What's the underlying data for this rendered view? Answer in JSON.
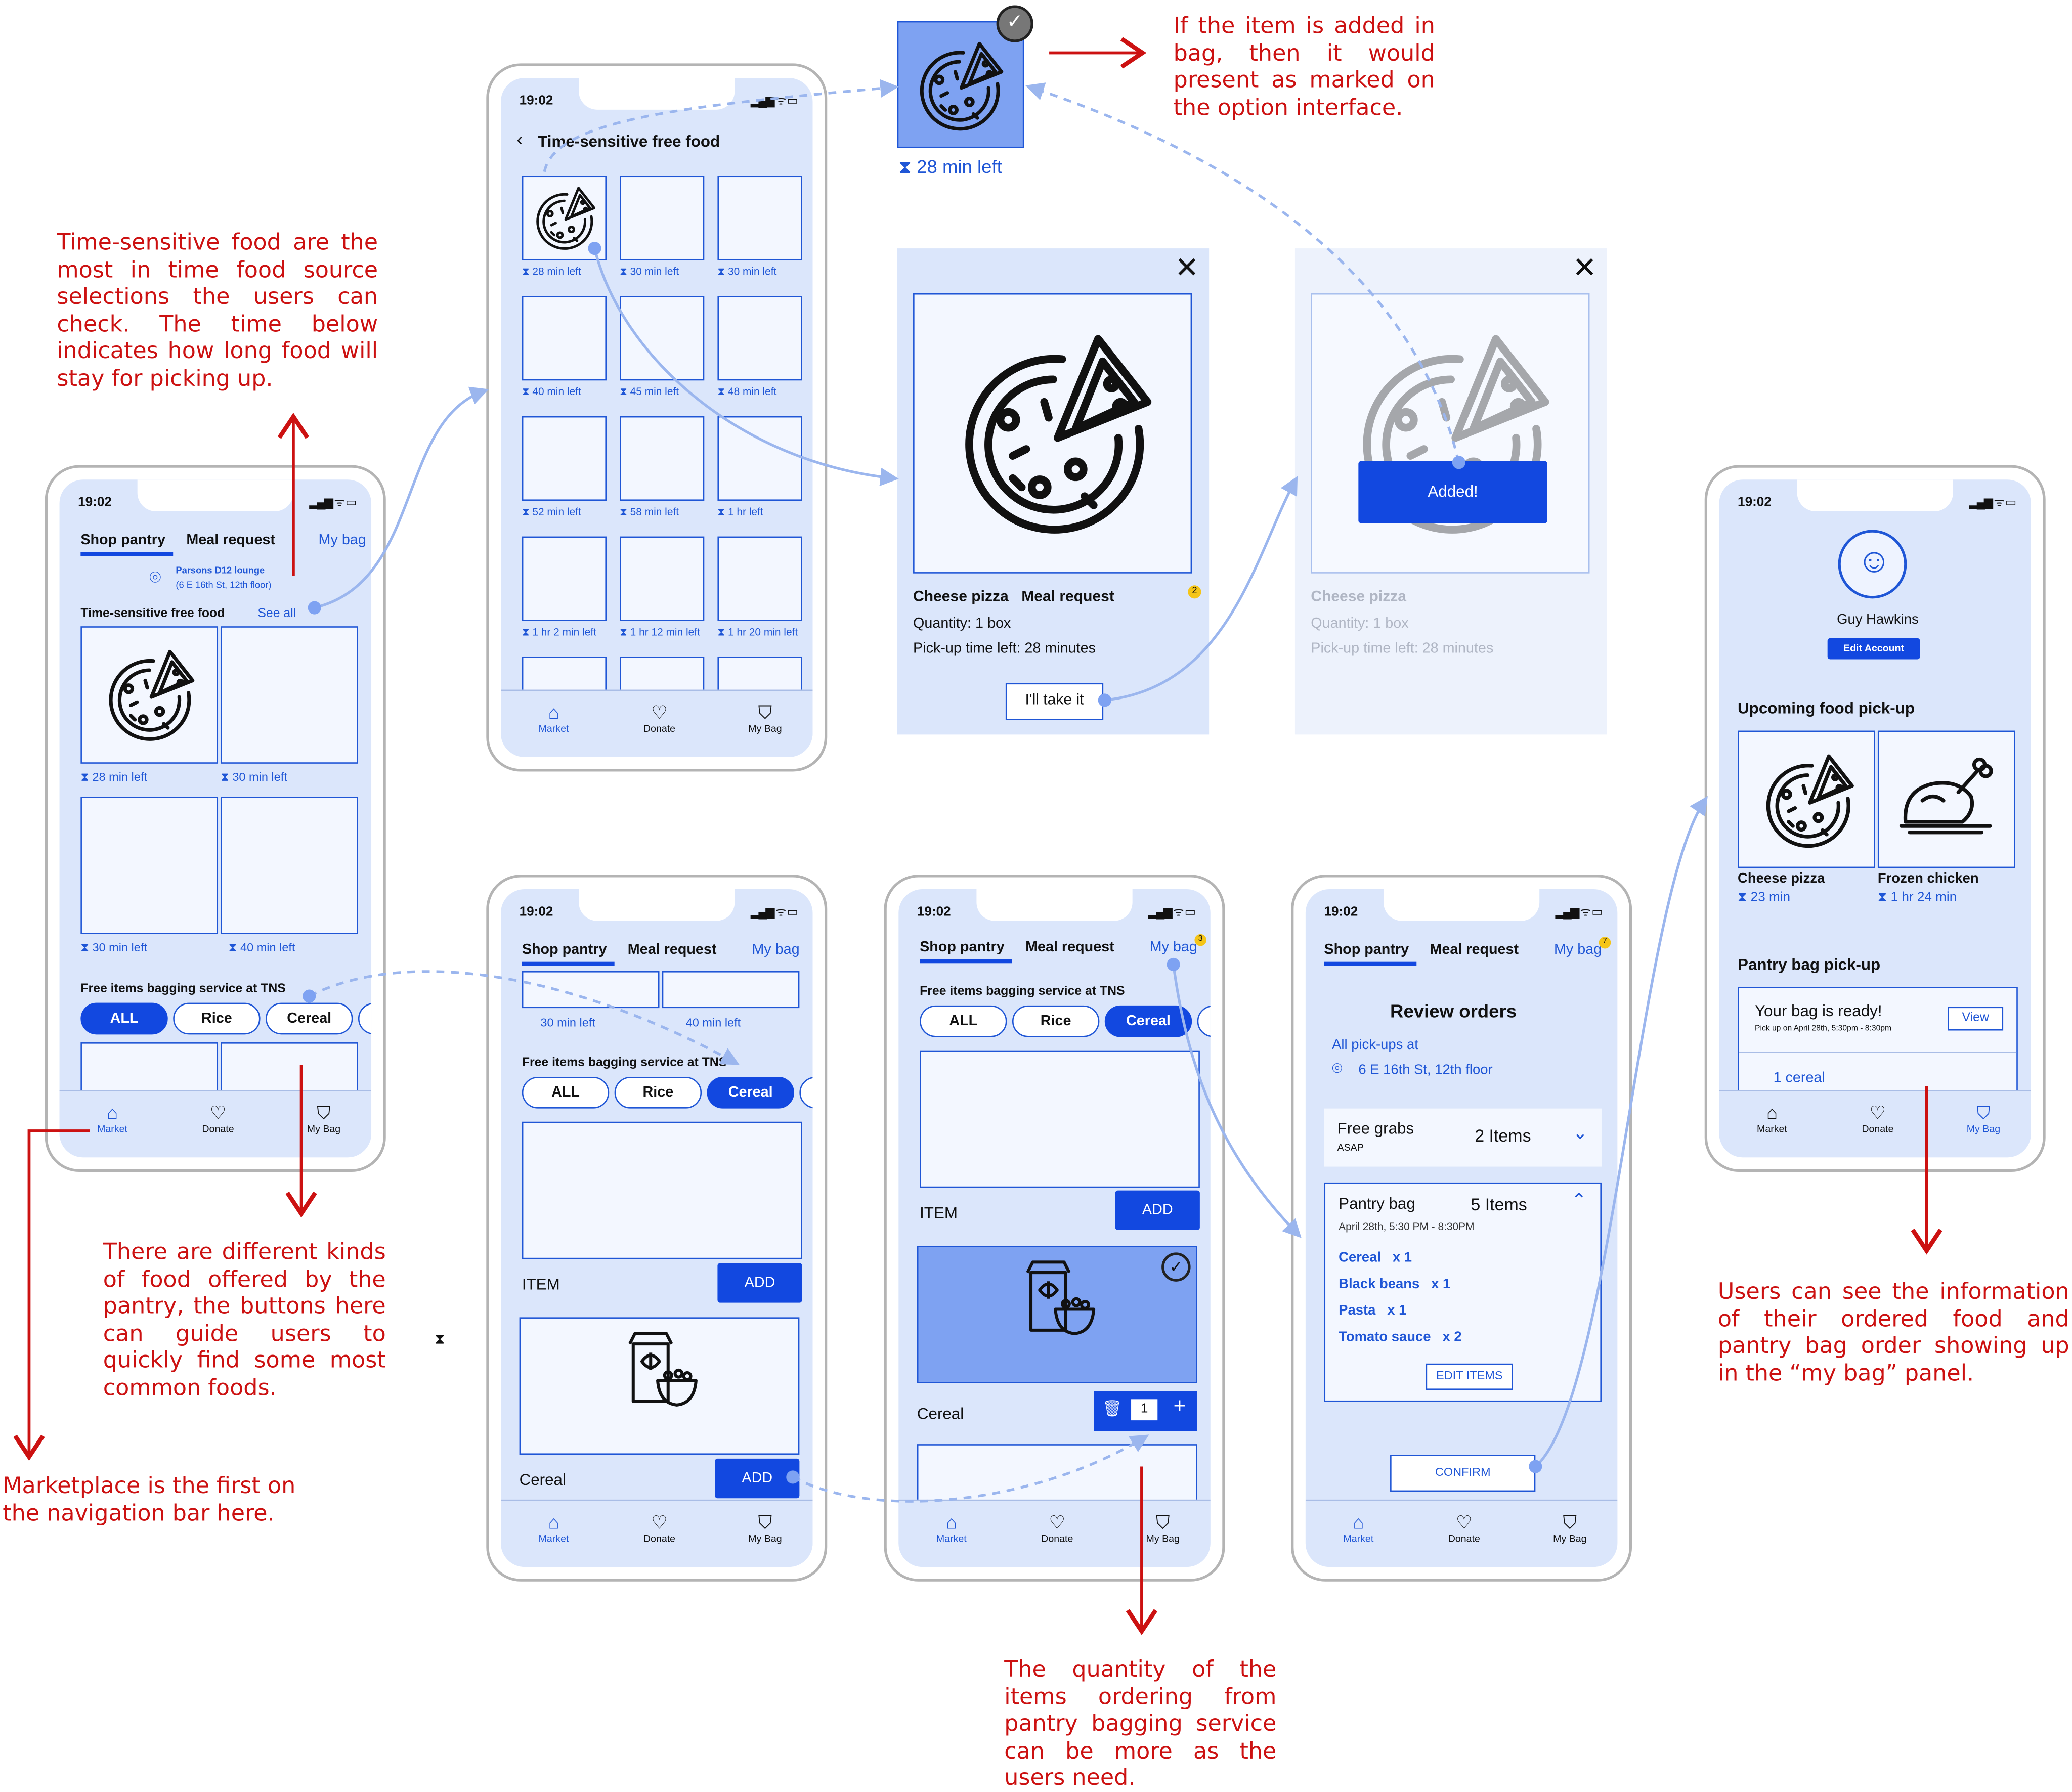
{
  "common": {
    "time": "19:02",
    "status": "▂▄▆ ᯤ ▭",
    "market": "Market",
    "donate": "Donate",
    "mybag_nav": "My Bag",
    "shop": "Shop pantry",
    "meal": "Meal request",
    "mybag": "My bag",
    "hourglass": "⧗"
  },
  "p1": {
    "location_name": "Parsons D12 lounge",
    "location_addr": "(6 E 16th St, 12th floor)",
    "section": "Time-sensitive free food",
    "see_all": "See all",
    "times": [
      "28 min left",
      "30 min left",
      "30 min left",
      "40 min left"
    ],
    "bag_section": "Free items bagging service at TNS",
    "filters": [
      "ALL",
      "Rice",
      "Cereal"
    ]
  },
  "p2": {
    "title": "Time-sensitive free food",
    "times": [
      "28 min left",
      "30 min left",
      "30 min left",
      "40 min left",
      "45 min left",
      "48 min left",
      "52 min left",
      "58 min left",
      "1 hr left",
      "1 hr 2 min left",
      "1 hr 12 min left",
      "1 hr 20 min left"
    ]
  },
  "tile": {
    "time": "28 min left"
  },
  "detail": {
    "name": "Cheese pizza",
    "type": "Meal request",
    "qty": "Quantity: 1 box",
    "pickup": "Pick-up time left: 28 minutes",
    "cta": "I'll take it",
    "badge": "2"
  },
  "added": {
    "name": "Cheese pizza",
    "qty": "Quantity: 1 box",
    "pickup": "Pick-up time left: 28 minutes",
    "btn": "Added!"
  },
  "p3": {
    "t1": "30 min left",
    "t2": "40 min left",
    "bag_section": "Free items bagging service at TNS",
    "filters": [
      "ALL",
      "Rice",
      "Cereal"
    ],
    "item": "ITEM",
    "add": "ADD",
    "cereal": "Cereal"
  },
  "p4": {
    "bag_section": "Free items bagging service at TNS",
    "filters": [
      "ALL",
      "Rice",
      "Cereal"
    ],
    "item": "ITEM",
    "add": "ADD",
    "cereal": "Cereal",
    "qty": "1",
    "badge": "3"
  },
  "p5": {
    "title": "Review orders",
    "pickups": "All pick-ups at",
    "addr": "6 E 16th St, 12th floor",
    "free": "Free grabs",
    "asap": "ASAP",
    "free_count": "2 Items",
    "pantry": "Pantry bag",
    "pantry_count": "5 Items",
    "date": "April 28th, 5:30 PM - 8:30PM",
    "items": [
      {
        "name": "Cereal",
        "q": "x 1"
      },
      {
        "name": "Black beans",
        "q": "x 1"
      },
      {
        "name": "Pasta",
        "q": "x 1"
      },
      {
        "name": "Tomato sauce",
        "q": "x 2"
      }
    ],
    "edit": "EDIT ITEMS",
    "confirm": "CONFIRM",
    "badge": "7"
  },
  "p6": {
    "user": "Guy Hawkins",
    "edit": "Edit Account",
    "upcoming": "Upcoming food pick-up",
    "f1": "Cheese pizza",
    "f1t": "23 min",
    "f2": "Frozen chicken",
    "f2t": "1 hr 24 min",
    "pantry": "Pantry bag pick-up",
    "ready": "Your bag is ready!",
    "ready_sub": "Pick up on April 28th, 5:30pm - 8:30pm",
    "view": "View",
    "cereal": "1 cereal"
  },
  "notes": {
    "time_sensitive": "Time-sensitive food are the most in time food source selections the users can check. The time below indicates how long food will stay for picking up.",
    "added": "If the item is added in bag, then it would present as marked on the option interface.",
    "kinds": "There are different kinds of food offered by the pantry, the buttons here can guide users to quickly find some most common foods.",
    "market": "Marketplace is the first on the navigation bar here.",
    "quantity": "The quantity of the items ordering from pantry bagging service can be more as the users need.",
    "mybag": "Users can see the information of their ordered food and pantry bag order showing up in the “my bag” panel.",
    "stray": "⧗"
  }
}
